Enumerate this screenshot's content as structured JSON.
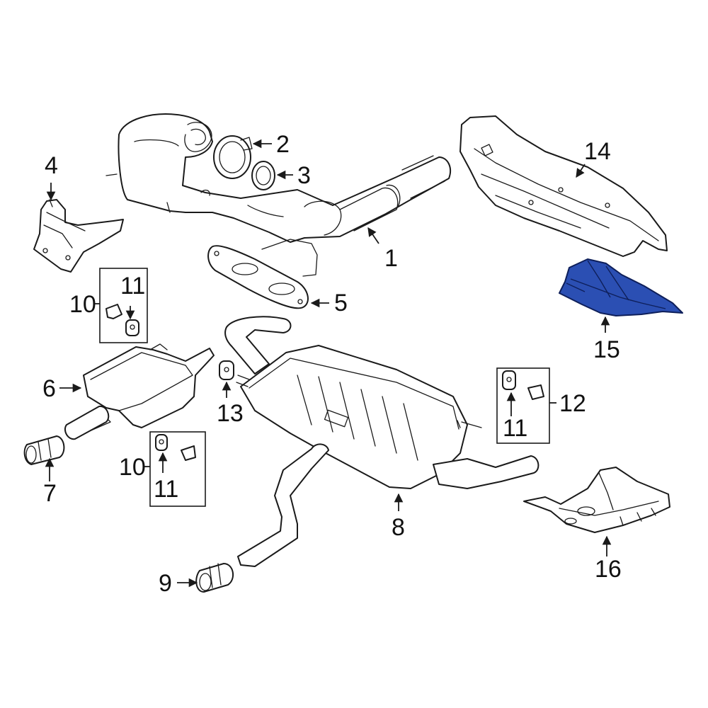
{
  "callouts": {
    "c1": "1",
    "c2": "2",
    "c3": "3",
    "c4": "4",
    "c5": "5",
    "c6": "6",
    "c7": "7",
    "c8": "8",
    "c9": "9",
    "c10a": "10",
    "c10b": "10",
    "c11a": "11",
    "c11b": "11",
    "c11c": "11",
    "c12": "12",
    "c13": "13",
    "c14": "14",
    "c15": "15",
    "c16": "16"
  },
  "colors": {
    "highlight": "#2b4fb3",
    "line": "#1a1a1a"
  },
  "highlighted_part": "15"
}
